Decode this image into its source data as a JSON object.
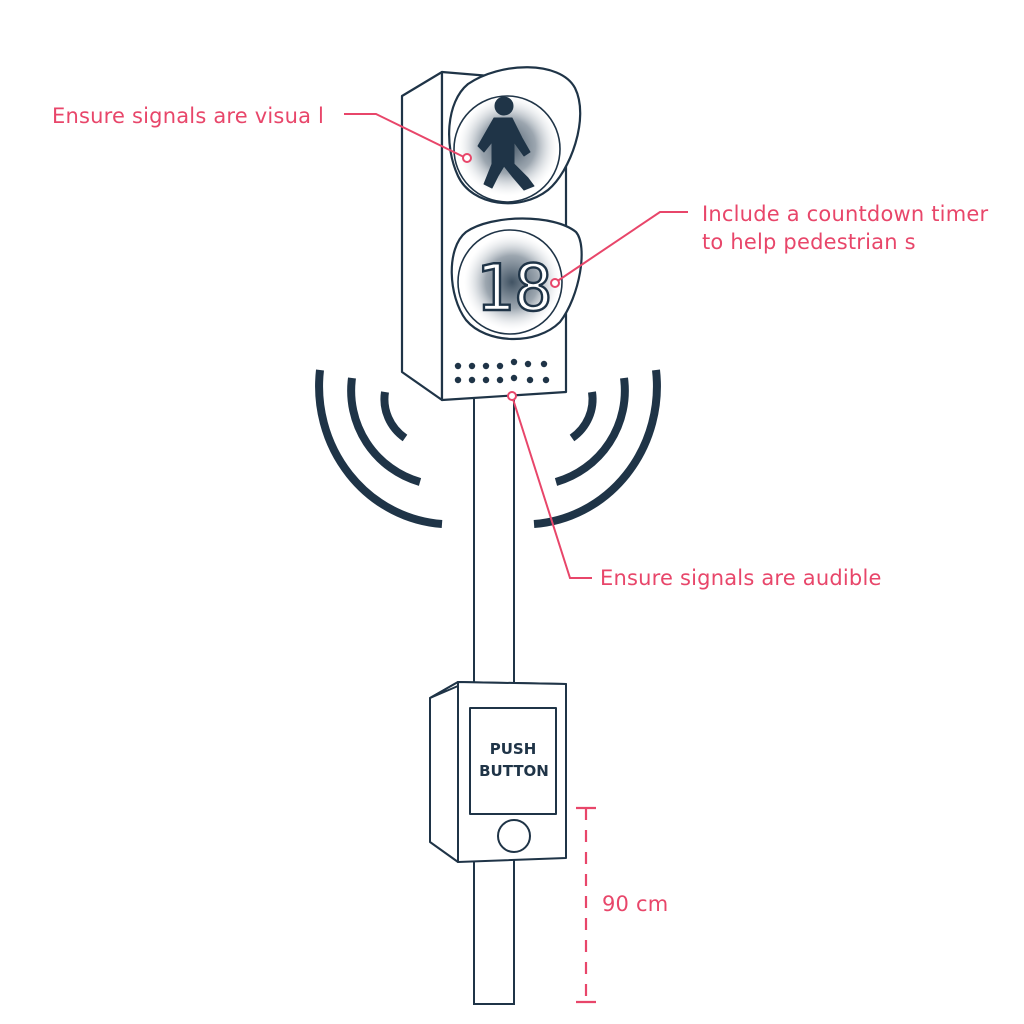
{
  "colors": {
    "stroke": "#1f3447",
    "accent": "#e8466a",
    "glow": "#8e9ba8",
    "background": "#ffffff"
  },
  "callouts": {
    "visual": "Ensure signals are visua l",
    "countdown_line1": "Include a countdown timer",
    "countdown_line2": "to help pedestrian s",
    "audible": "Ensure signals are audible",
    "height": "90 cm"
  },
  "signal": {
    "countdown_value": "18",
    "walk_icon": "walking-person-icon"
  },
  "push_button": {
    "line1": "PUSH",
    "line2": "BUTTON"
  }
}
